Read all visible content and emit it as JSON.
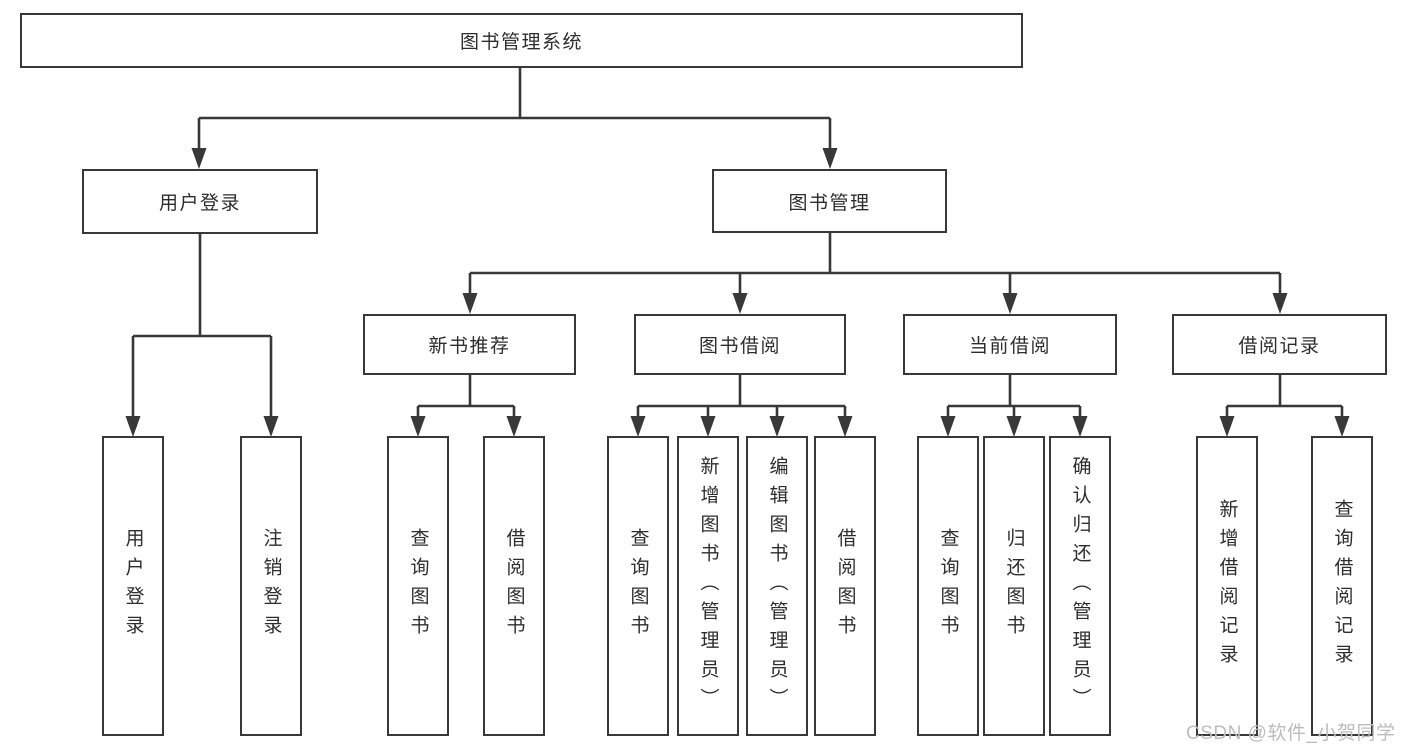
{
  "diagram": {
    "root": {
      "label": "图书管理系统"
    },
    "branches": [
      {
        "label": "用户登录",
        "children": [
          {
            "label": "用户登录"
          },
          {
            "label": "注销登录"
          }
        ]
      },
      {
        "label": "图书管理",
        "children": [
          {
            "label": "新书推荐",
            "children": [
              {
                "label": "查询图书"
              },
              {
                "label": "借阅图书"
              }
            ]
          },
          {
            "label": "图书借阅",
            "children": [
              {
                "label": "查询图书"
              },
              {
                "label": "新增图书（管理员）"
              },
              {
                "label": "编辑图书（管理员）"
              },
              {
                "label": "借阅图书"
              }
            ]
          },
          {
            "label": "当前借阅",
            "children": [
              {
                "label": "查询图书"
              },
              {
                "label": "归还图书"
              },
              {
                "label": "确认归还（管理员）"
              }
            ]
          },
          {
            "label": "借阅记录",
            "children": [
              {
                "label": "新增借阅记录"
              },
              {
                "label": "查询借阅记录"
              }
            ]
          }
        ]
      }
    ]
  },
  "watermark": {
    "text": "CSDN @软件_小贺同学"
  },
  "colors": {
    "line": "#383838",
    "text": "#2d2d2d",
    "watermark": "#bdbdbd",
    "background": "#ffffff"
  }
}
